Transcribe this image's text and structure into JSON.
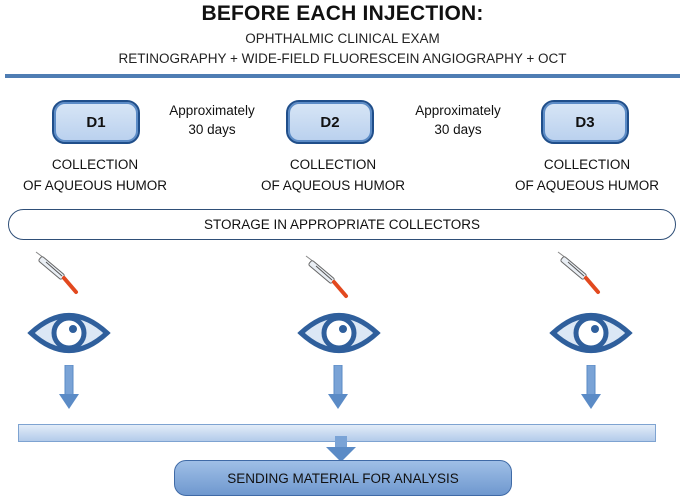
{
  "header": {
    "title": "BEFORE EACH INJECTION:",
    "line1": "OPHTHALMIC CLINICAL EXAM",
    "line2": "RETINOGRAPHY + WIDE-FIELD FLUORESCEIN ANGIOGRAPHY + OCT"
  },
  "days": [
    {
      "label": "D1",
      "collection": [
        "COLLECTION",
        "OF AQUEOUS HUMOR"
      ]
    },
    {
      "label": "D2",
      "collection": [
        "COLLECTION",
        "OF AQUEOUS HUMOR"
      ]
    },
    {
      "label": "D3",
      "collection": [
        "COLLECTION",
        "OF AQUEOUS HUMOR"
      ]
    }
  ],
  "intervals": [
    [
      "Approximately",
      "30 days"
    ],
    [
      "Approximately",
      "30 days"
    ]
  ],
  "storage": "STORAGE IN APPROPRIATE COLLECTORS",
  "send": "SENDING MATERIAL FOR ANALYSIS",
  "colors": {
    "accent": "#4f7db3",
    "box_border": "#1f4e8a",
    "eye_blue": "#2f5f9c",
    "syringe_tip": "#e2491f"
  }
}
